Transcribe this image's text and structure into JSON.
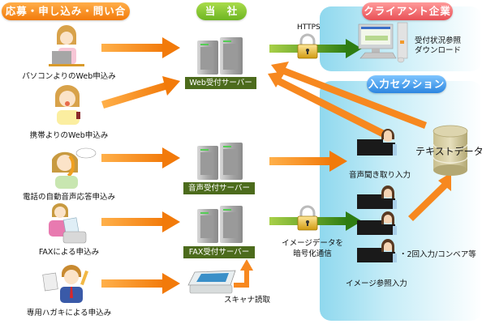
{
  "sections": {
    "applicants": "応募・申し込み・問い合せ",
    "company": "当　社",
    "client": "クライアント企業",
    "input": "入力セクション"
  },
  "applicants": [
    {
      "label": "パソコンよりのWeb申込み",
      "icon": "person-with-laptop-icon"
    },
    {
      "label": "携帯よりのWeb申込み",
      "icon": "person-with-mobile-phone-icon"
    },
    {
      "label": "電話の自動音声応答申込み",
      "icon": "person-on-telephone-icon"
    },
    {
      "label": "FAXによる申込み",
      "icon": "person-with-fax-icon"
    },
    {
      "label": "専用ハガキによる申込み",
      "icon": "person-with-postcard-icon"
    }
  ],
  "servers": [
    {
      "label": "Web受付サーバー"
    },
    {
      "label": "音声受付サーバー"
    },
    {
      "label": "FAX受付サーバー"
    }
  ],
  "scanner": {
    "label": "スキャナ読取"
  },
  "links": {
    "https": "HTTPS",
    "encrypted": [
      "イメージデータを",
      "暗号化通信"
    ]
  },
  "client": {
    "lines": [
      "受付状況参照",
      "ダウンロード"
    ]
  },
  "input_section": {
    "voice": "音声聞き取り入力",
    "image": "イメージ参照入力",
    "image_note": "・2回入力/コンベア等",
    "database": "テキストデータ"
  },
  "colors": {
    "orange_arrow": "#f7881f",
    "green_arrow": "#2e7d12",
    "server_label_bg": "#4c6b1c",
    "band": "#8fd8ee"
  }
}
